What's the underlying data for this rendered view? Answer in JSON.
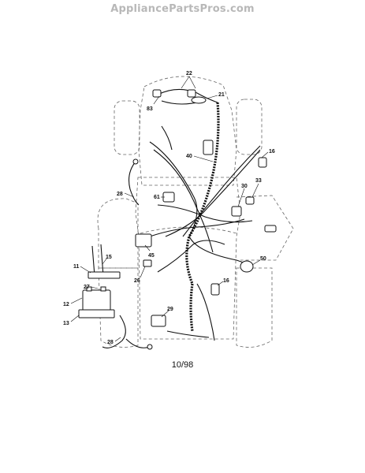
{
  "watermark": "AppliancePartsPros.com",
  "date_code": "10/98",
  "callouts": [
    "22",
    "21",
    "83",
    "40",
    "16",
    "28",
    "61",
    "30",
    "33",
    "45",
    "26",
    "15",
    "11",
    "27",
    "12",
    "13",
    "50",
    "16",
    "29",
    "28"
  ]
}
